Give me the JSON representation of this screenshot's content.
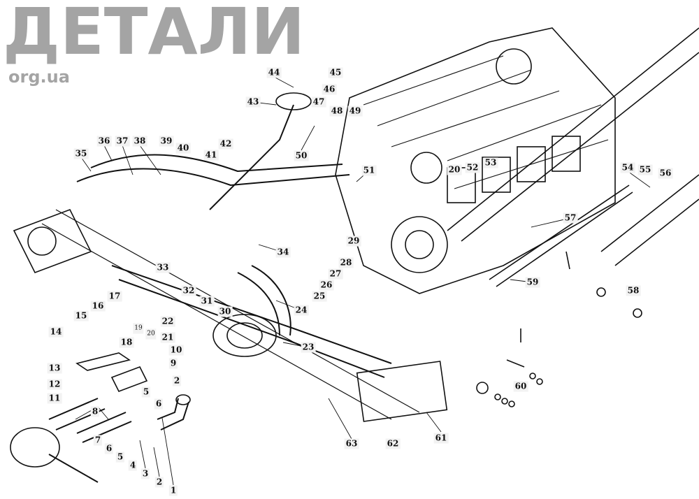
{
  "watermark": {
    "main": "ДЕТАЛИ",
    "suffix": "org.ua"
  },
  "labels": [
    "1",
    "2",
    "3",
    "4",
    "5",
    "6",
    "7",
    "8",
    "2",
    "5",
    "6",
    "9",
    "10",
    "11",
    "12",
    "13",
    "14",
    "15",
    "16",
    "17",
    "18",
    "19",
    "20",
    "21",
    "22",
    "23",
    "24",
    "25",
    "26",
    "27",
    "28",
    "29",
    "30",
    "31",
    "32",
    "33",
    "34",
    "35",
    "36",
    "37",
    "38",
    "39",
    "40",
    "41",
    "42",
    "43",
    "44",
    "45",
    "46",
    "47",
    "48",
    "49",
    "50",
    "51",
    "20",
    "52",
    "53",
    "54",
    "55",
    "56",
    "57",
    "58",
    "59",
    "60",
    "61",
    "62",
    "63"
  ]
}
